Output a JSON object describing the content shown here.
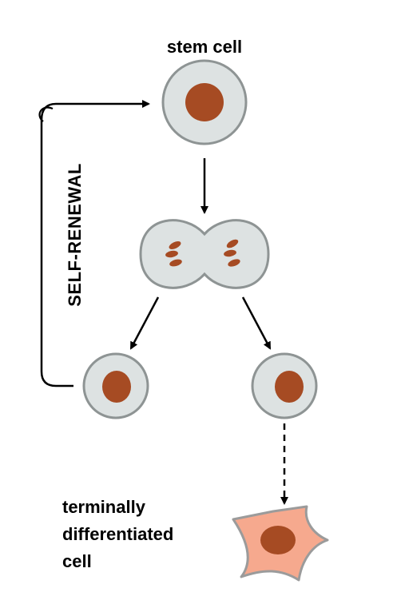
{
  "labels": {
    "stem_cell": "stem cell",
    "self_renewal": "SELF-RENEWAL",
    "terminal_line1": "terminally",
    "terminal_line2": "differentiated",
    "terminal_line3": "cell"
  },
  "colors": {
    "cell_fill": "#dde2e2",
    "cell_stroke": "#8e9494",
    "nucleus": "#a64b23",
    "differentiated_fill": "#f6a98e",
    "differentiated_stroke": "#9b9b9b",
    "arrow": "#000000"
  }
}
